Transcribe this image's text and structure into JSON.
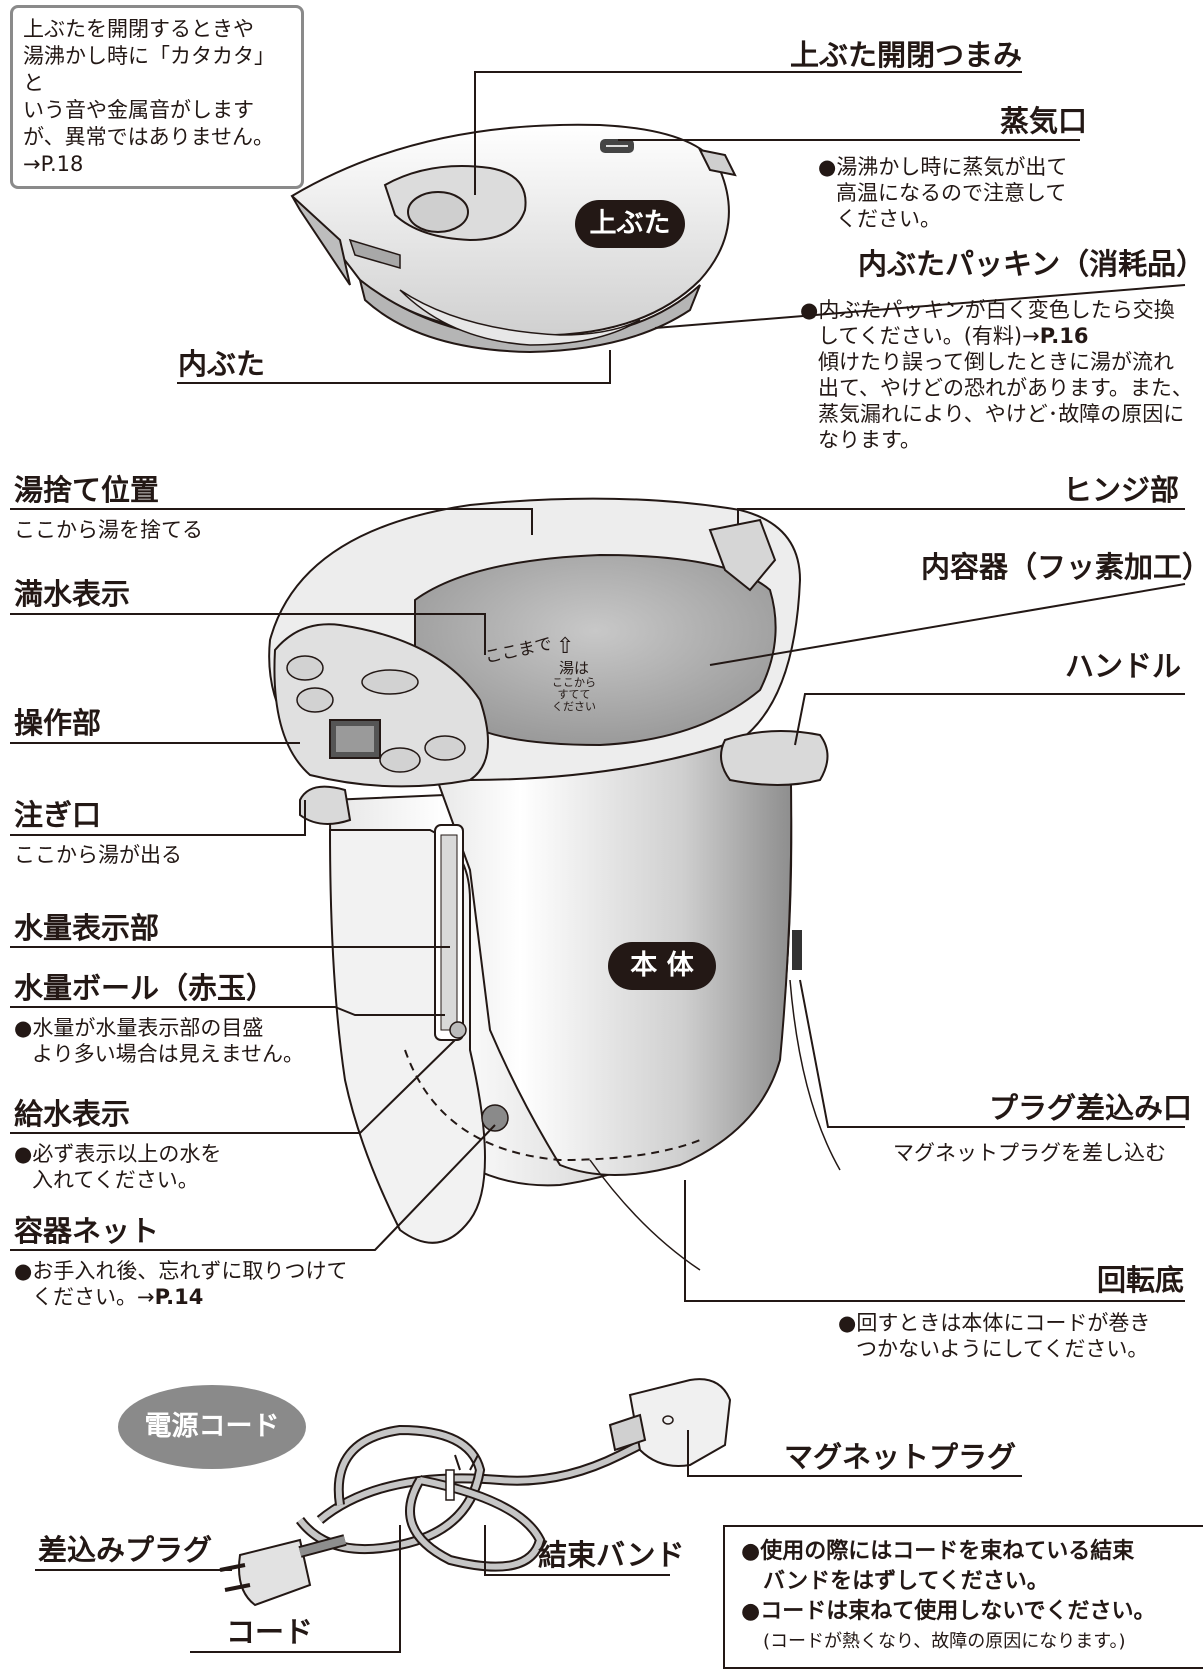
{
  "lid_callout": [
    "上ぶたを開閉するときや",
    "湯沸かし時に「カタカタ」と",
    "いう音や金属音がします",
    "が、異常ではありません。",
    "→P.18"
  ],
  "lid_badge": "上ぶた",
  "body_badge": "本 体",
  "cord_badge": "電源コード",
  "labels": {
    "lid_knob": "上ぶた開閉つまみ",
    "steam_vent": "蒸気口",
    "steam_note": [
      "●湯沸かし時に蒸気が出て",
      "高温になるので注意して",
      "ください。"
    ],
    "inner_lid_packing": "内ぶたパッキン（消耗品）",
    "packing_note": [
      "●内ぶたパッキンが白く変色したら交換",
      "してください。(有料)→",
      "P.16",
      "傾けたり誤って倒したときに湯が流れ",
      "出て、やけどの恐れがあります。また、",
      "蒸気漏れにより、やけど･故障の原因に",
      "なります。"
    ],
    "inner_lid": "内ぶた",
    "discard": "湯捨て位置",
    "discard_note": "ここから湯を捨てる",
    "hinge": "ヒンジ部",
    "full_mark": "満水表示",
    "inner_pot": "内容器（フッ素加工）",
    "handle": "ハンドル",
    "control": "操作部",
    "spout": "注ぎ口",
    "spout_note": "ここから湯が出る",
    "gauge": "水量表示部",
    "ball": "水量ボール（赤玉）",
    "ball_note": [
      "●水量が水量表示部の目盛",
      "より多い場合は見えません。"
    ],
    "refill": "給水表示",
    "refill_note": [
      "●必ず表示以上の水を",
      "入れてください。"
    ],
    "plug_socket": "プラグ差込み口",
    "plug_socket_note": "マグネットプラグを差し込む",
    "net": "容器ネット",
    "net_note": [
      "●お手入れ後、忘れずに取りつけて",
      "ください。→",
      "P.14"
    ],
    "base": "回転底",
    "base_note": [
      "●回すときは本体にコードが巻き",
      "つかないようにしてください。"
    ],
    "magnet_plug": "マグネットプラグ",
    "plug": "差込みプラグ",
    "band": "結束バンド",
    "cord": "コード"
  },
  "pot_markings": {
    "full_line": "ここまで",
    "discard_hint": [
      "湯は",
      "ここから",
      "すてて",
      "ください"
    ]
  },
  "warning_box": [
    "●使用の際にはコードを束ねている結束",
    "バンドをはずしてください。",
    "●コードは束ねて使用しないでください。",
    "(コードが熱くなり、故障の原因になります。)"
  ]
}
